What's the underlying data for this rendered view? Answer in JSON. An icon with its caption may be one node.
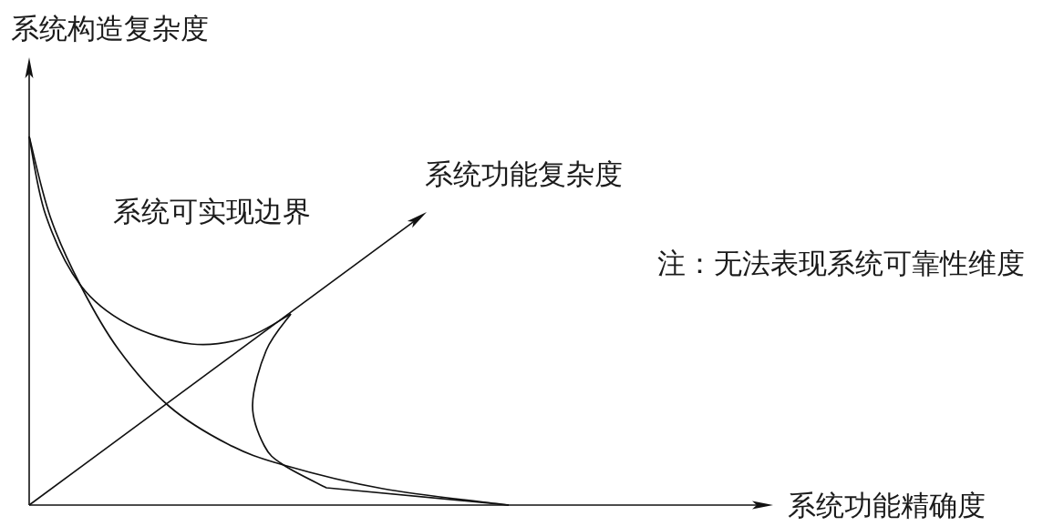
{
  "diagram": {
    "labels": [
      "系统构造复杂度",
      "系统功能复杂度",
      "系统可实现边界",
      "注：无法表现系统可靠性维度",
      "系统功能精确度"
    ]
  }
}
